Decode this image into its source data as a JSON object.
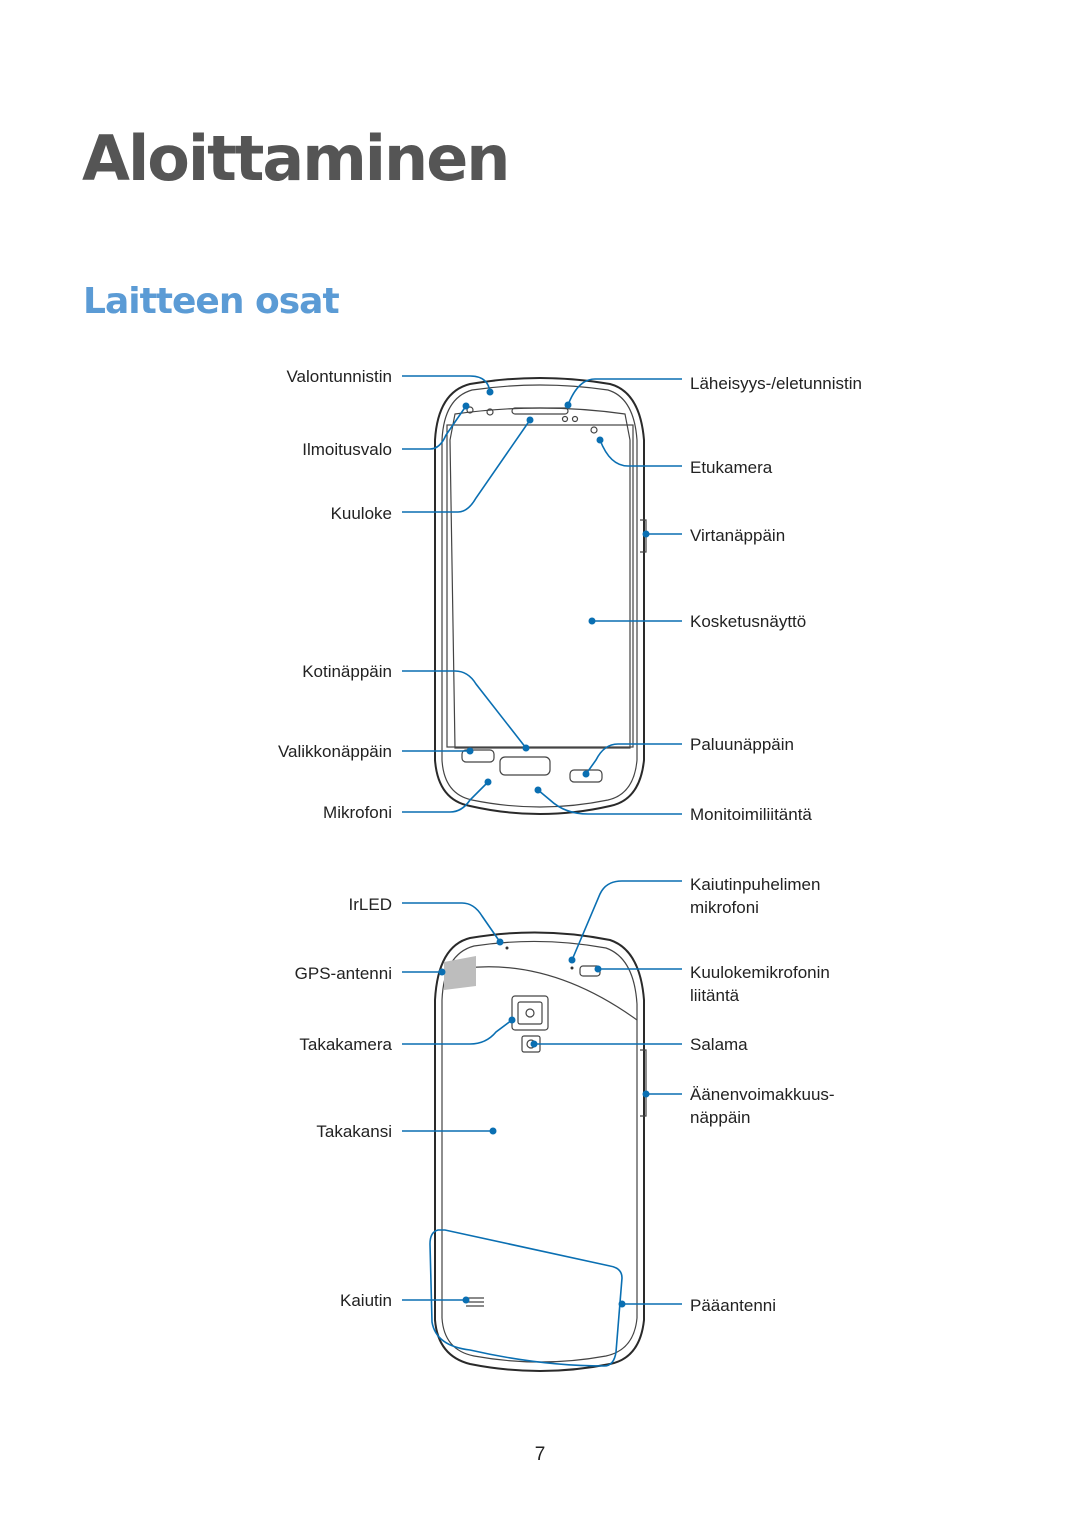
{
  "chapter_title": "Aloittaminen",
  "section_title": "Laitteen osat",
  "front_labels": {
    "light_sensor": "Valontunnistin",
    "notification_light": "Ilmoitusvalo",
    "earpiece": "Kuuloke",
    "home_key": "Kotinäppäin",
    "menu_key": "Valikkonäppäin",
    "microphone": "Mikrofoni",
    "proximity_sensor": "Läheisyys-/eletunnistin",
    "front_camera": "Etukamera",
    "power_key": "Virtanäppäin",
    "touchscreen": "Kosketusnäyttö",
    "back_key": "Paluunäppäin",
    "multipurpose_jack": "Monitoimiliitäntä"
  },
  "back_labels": {
    "irled": "IrLED",
    "gps_antenna": "GPS-antenni",
    "rear_camera": "Takakamera",
    "back_cover": "Takakansi",
    "speaker": "Kaiutin",
    "speakerphone_mic_line1": "Kaiutinpuhelimen",
    "speakerphone_mic_line2": "mikrofoni",
    "headset_jack_line1": "Kuulokemikrofonin",
    "headset_jack_line2": "liitäntä",
    "flash": "Salama",
    "volume_key_line1": "Äänenvoimakkuus-",
    "volume_key_line2": "näppäin",
    "main_antenna": "Pääantenni"
  },
  "page_number": "7",
  "colors": {
    "callout": "#0a6fb2",
    "section_title": "#5b9bd5",
    "chapter_title": "#555555"
  }
}
